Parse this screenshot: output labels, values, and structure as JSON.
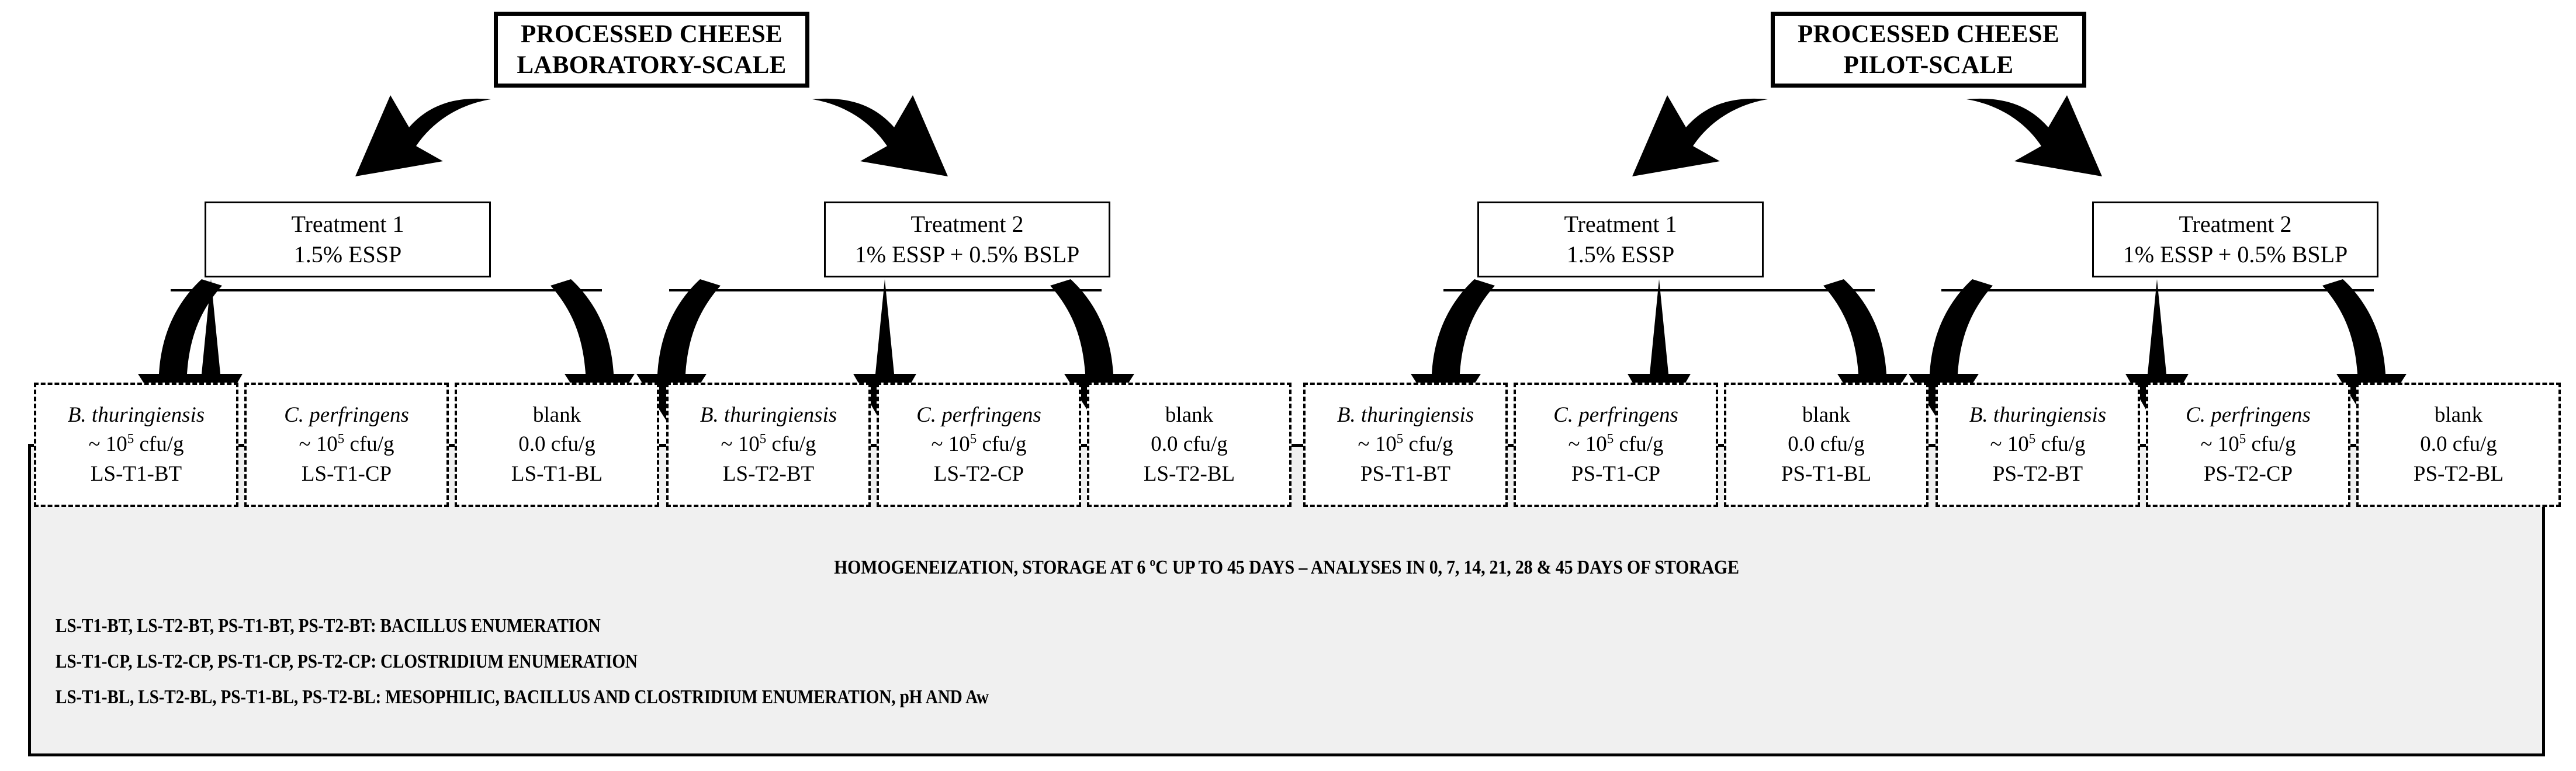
{
  "titles": [
    {
      "id": "laboratory-scale",
      "line1": "PROCESSED CHEESE",
      "line2": "LABORATORY-SCALE"
    },
    {
      "id": "pilot-scale",
      "line1": "PROCESSED CHEESE",
      "line2": "PILOT-SCALE"
    }
  ],
  "treatments": [
    {
      "id": "ls-t1",
      "line1": "Treatment 1",
      "line2": "1.5% ESSP"
    },
    {
      "id": "ls-t2",
      "line1": "Treatment 2",
      "line2": "1% ESSP + 0.5% BSLP"
    },
    {
      "id": "ps-t1",
      "line1": "Treatment 1",
      "line2": "1.5% ESSP"
    },
    {
      "id": "ps-t2",
      "line1": "Treatment 2",
      "line2": "1% ESSP + 0.5% BSLP"
    }
  ],
  "samples": [
    {
      "id": "ls-t1-bt",
      "organism": "B. thuringiensis",
      "italic": true,
      "count_pre": "~ 10",
      "count_sup": "5",
      "count_post": " cfu/g",
      "code": "LS-T1-BT"
    },
    {
      "id": "ls-t1-cp",
      "organism": "C. perfringens",
      "italic": true,
      "count_pre": "~ 10",
      "count_sup": "5",
      "count_post": " cfu/g",
      "code": "LS-T1-CP"
    },
    {
      "id": "ls-t1-bl",
      "organism": "blank",
      "italic": false,
      "count_pre": "0.0 cfu/g",
      "count_sup": "",
      "count_post": "",
      "code": "LS-T1-BL"
    },
    {
      "id": "ls-t2-bt",
      "organism": "B. thuringiensis",
      "italic": true,
      "count_pre": "~ 10",
      "count_sup": "5",
      "count_post": " cfu/g",
      "code": "LS-T2-BT"
    },
    {
      "id": "ls-t2-cp",
      "organism": "C. perfringens",
      "italic": true,
      "count_pre": "~ 10",
      "count_sup": "5",
      "count_post": " cfu/g",
      "code": "LS-T2-CP"
    },
    {
      "id": "ls-t2-bl",
      "organism": "blank",
      "italic": false,
      "count_pre": "0.0 cfu/g",
      "count_sup": "",
      "count_post": "",
      "code": "LS-T2-BL"
    },
    {
      "id": "ps-t1-bt",
      "organism": "B. thuringiensis",
      "italic": true,
      "count_pre": "~ 10",
      "count_sup": "5",
      "count_post": " cfu/g",
      "code": "PS-T1-BT"
    },
    {
      "id": "ps-t1-cp",
      "organism": "C. perfringens",
      "italic": true,
      "count_pre": "~ 10",
      "count_sup": "5",
      "count_post": " cfu/g",
      "code": "PS-T1-CP"
    },
    {
      "id": "ps-t1-bl",
      "organism": "blank",
      "italic": false,
      "count_pre": "0.0 cfu/g",
      "count_sup": "",
      "count_post": "",
      "code": "PS-T1-BL"
    },
    {
      "id": "ps-t2-bt",
      "organism": "B. thuringiensis",
      "italic": true,
      "count_pre": "~ 10",
      "count_sup": "5",
      "count_post": " cfu/g",
      "code": "PS-T2-BT"
    },
    {
      "id": "ps-t2-cp",
      "organism": "C. perfringens",
      "italic": true,
      "count_pre": "~ 10",
      "count_sup": "5",
      "count_post": " cfu/g",
      "code": "PS-T2-CP"
    },
    {
      "id": "ps-t2-bl",
      "organism": "blank",
      "italic": false,
      "count_pre": "0.0 cfu/g",
      "count_sup": "",
      "count_post": "",
      "code": "PS-T2-BL"
    }
  ],
  "panel": {
    "homogenization": "HOMOGENEIZATION, STORAGE AT 6 ºC UP TO 45 DAYS – ANALYSES IN 0, 7, 14, 21, 28 & 45 DAYS OF STORAGE",
    "legend": [
      "LS-T1-BT, LS-T2-BT, PS-T1-BT, PS-T2-BT: BACILLUS ENUMERATION",
      "LS-T1-CP, LS-T2-CP, PS-T1-CP, PS-T2-CP: CLOSTRIDIUM ENUMERATION",
      "LS-T1-BL, LS-T2-BL, PS-T1-BL, PS-T2-BL: MESOPHILIC, BACILLUS AND CLOSTRIDIUM ENUMERATION, pH AND Aw"
    ]
  },
  "colors": {
    "panel_background": "#f0f0f0",
    "stroke": "#000000",
    "page_background": "#ffffff"
  }
}
